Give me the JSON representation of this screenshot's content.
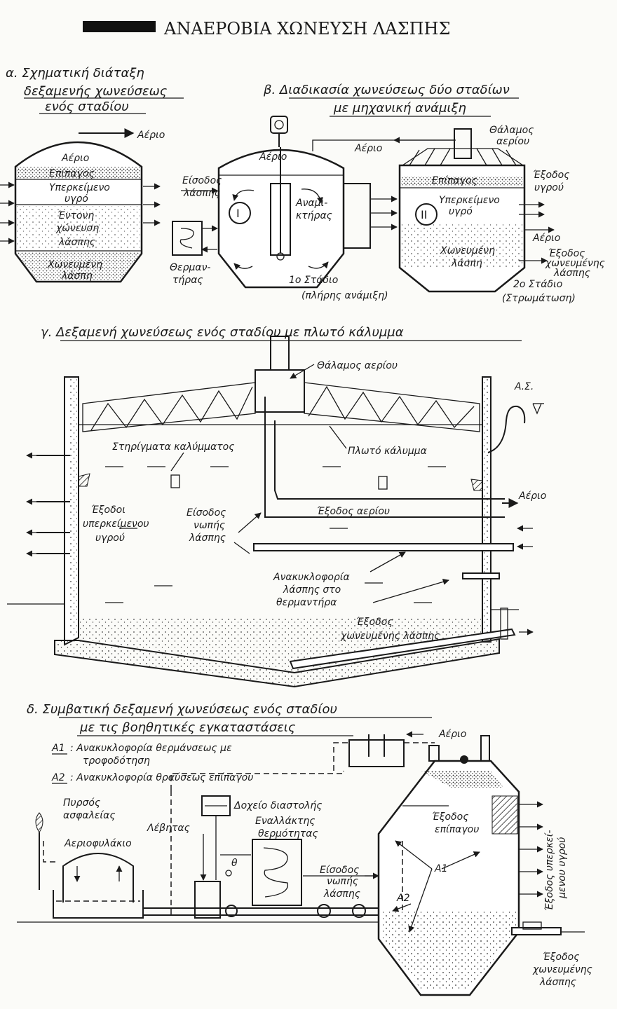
{
  "title": "ΑΝΑΕΡΟΒΙΑ ΧΩΝΕΥΣΗ ΛΑΣΠΗΣ",
  "section_a": {
    "heading_l1": "α. Σχηματική διάταξη",
    "heading_l2": "δεξαμενής χωνεύσεως",
    "heading_l3": "ενός σταδίου",
    "gas_out": "Αέριο",
    "gas_zone": "Αέριο",
    "scum": "Επίπαγος",
    "supernatant_l1": "Υπερκείμενο",
    "supernatant_l2": "υγρό",
    "active_l1": "Έντονη",
    "active_l2": "χώνευση",
    "active_l3": "λάσπης",
    "digested_l1": "Χωνευμένη",
    "digested_l2": "λάσπη"
  },
  "section_b": {
    "heading_l1": "β. Διαδικασία χωνεύσεως δύο σταδίων",
    "heading_l2": "με μηχανική ανάμιξη",
    "gas_zone": "Αέριο",
    "inlet_l1": "Είσοδος",
    "inlet_l2": "λάσπης",
    "stage1_mark": "I",
    "mixer_l1": "Αναμι-",
    "mixer_l2": "κτήρας",
    "heater_l1": "Θερμαν-",
    "heater_l2": "τήρας",
    "stage1_l1": "1ο Στάδιο",
    "stage1_l2": "(πλήρης ανάμιξη)",
    "gas_mid": "Αέριο",
    "chamber_l1": "Θάλαμος",
    "chamber_l2": "αερίου",
    "liquid_out_l1": "Έξοδος",
    "liquid_out_l2": "υγρού",
    "scum": "Επίπαγος",
    "stage2_mark": "II",
    "supernatant_l1": "Υπερκείμενο",
    "supernatant_l2": "υγρό",
    "gas_right": "Αέριο",
    "digested_l1": "Χωνευμένη",
    "digested_l2": "λάσπη",
    "dig_out_l1": "Έξοδος",
    "dig_out_l2": "χωνευμένης",
    "dig_out_l3": "λάσπης",
    "stage2_l1": "2ο Στάδιο",
    "stage2_l2": "(Στρωμάτωση)"
  },
  "section_c": {
    "heading": "γ. Δεξαμενή χωνεύσεως ενός σταδίου με πλωτό κάλυμμα",
    "gas_chamber": "Θάλαμος αερίου",
    "water_level": "Α.Σ.",
    "cover_supports": "Στηρίγματα καλύμματος",
    "floating_cover": "Πλωτό κάλυμμα",
    "gas": "Αέριο",
    "super_out_l1": "Έξοδοι",
    "super_out_l2": "υπερκείμενου",
    "super_out_l3": "υγρού",
    "raw_in_l1": "Είσοδος",
    "raw_in_l2": "νωπής",
    "raw_in_l3": "λάσπης",
    "gas_out": "Έξοδος αερίου",
    "recirc_l1": "Ανακυκλοφορία",
    "recirc_l2": "λάσπης στο",
    "recirc_l3": "θερμαντήρα",
    "dig_out_l1": "Έξοδος",
    "dig_out_l2": "χωνευμένης λάσπης"
  },
  "section_d": {
    "heading_l1": "δ. Συμβατική δεξαμενή χωνεύσεως ενός σταδίου",
    "heading_l2": "με τις βοηθητικές εγκαταστάσεις",
    "a1_code": "Α1",
    "a1_text_l1": ": Ανακυκλοφορία θερμάνσεως με",
    "a1_text_l2": "τροφοδότηση",
    "a2_code": "Α2",
    "a2_text": ": Ανακυκλοφορία θραύσεως επίπαγου",
    "gas": "Αέριο",
    "flare_l1": "Πυρσός",
    "flare_l2": "ασφαλείας",
    "boiler": "Λέβητας",
    "expansion_tank": "Δοχείο διαστολής",
    "hx_l1": "Εναλλάκτης",
    "hx_l2": "θερμότητας",
    "gas_holder": "Αεριοφυλάκιο",
    "theta": "θ",
    "raw_in_l1": "Είσοδος",
    "raw_in_l2": "νωπής",
    "raw_in_l3": "λάσπης",
    "scum_out_l1": "Έξοδος",
    "scum_out_l2": "επίπαγου",
    "a1_mark": "Α1",
    "a2_mark": "Α2",
    "super_out_l1": "Έξοδος υπερκεί-",
    "super_out_l2": "μενου υγρού",
    "dig_out_l1": "Έξοδος",
    "dig_out_l2": "χωνευμένης",
    "dig_out_l3": "λάσπης"
  }
}
